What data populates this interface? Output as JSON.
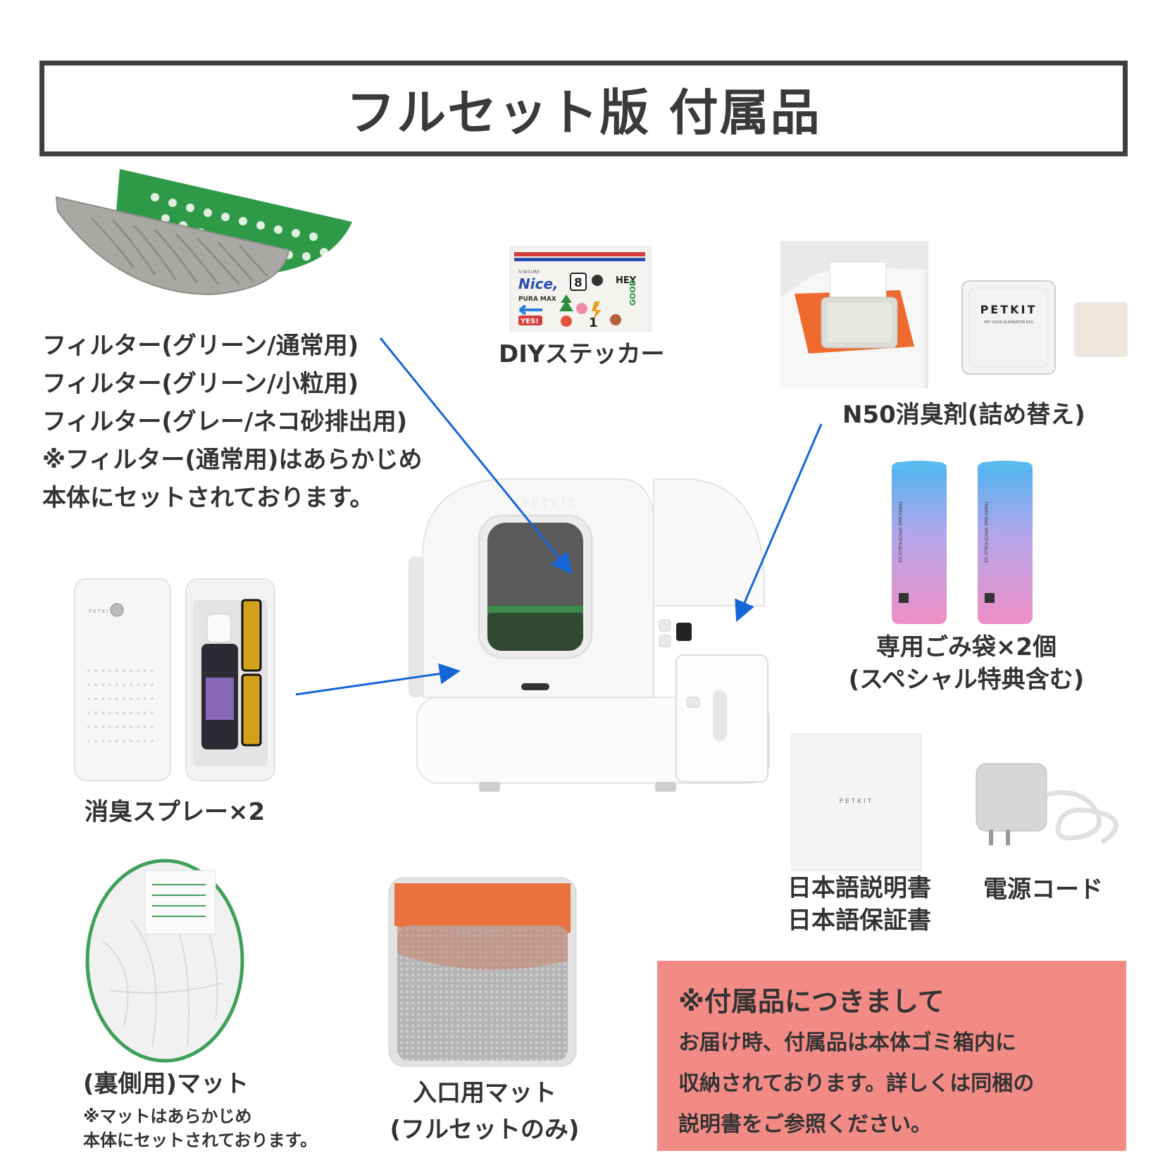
{
  "title": "フルセット版 付属品",
  "filters": {
    "lines": [
      "フィルター(グリーン/通常用)",
      "フィルター(グリーン/小粒用)",
      "フィルター(グレー/ネコ砂排出用)",
      "※フィルター(通常用)はあらかじめ",
      "本体にセットされております。"
    ]
  },
  "sticker": {
    "label": "DIYステッカー",
    "texts": [
      "Nice,",
      "8",
      "HEY",
      "PURA MAX",
      "YES!",
      "GOOD",
      "1"
    ]
  },
  "deodorizer": {
    "label": "N50消臭剤(詰め替え)",
    "pack_brand": "PETKIT",
    "pack_sub": "PET ODOR ELIMINATOR N50"
  },
  "bags": {
    "lines": [
      "専用ごみ袋×2個",
      "(スペシャル特典含む)"
    ],
    "roll_text": "TRASH BAG SPECIFICALLY DE"
  },
  "spray": {
    "label": "消臭スプレー×2",
    "brand": "PETKIT"
  },
  "unit": {
    "brand": "PETKIT"
  },
  "manual": {
    "lines": [
      "日本語説明書",
      "日本語保証書"
    ],
    "brand": "PETKIT"
  },
  "power": {
    "label": "電源コード"
  },
  "back_mat": {
    "label": "(裏側用)マット",
    "note_lines": [
      "※マットはあらかじめ",
      "本体にセットされております。"
    ]
  },
  "entrance_mat": {
    "lines": [
      "入口用マット",
      "(フルセットのみ)"
    ],
    "brand": "PETKIT"
  },
  "notice": {
    "heading": "※付属品につきまして",
    "lines": [
      "お届け時、付属品は本体ゴミ箱内に",
      "収納されております。詳しくは同梱の",
      "説明書をご参照ください。"
    ]
  },
  "colors": {
    "frame": "#3f3f3f",
    "arrow": "#1565d8",
    "notice_bg": "#f28b86",
    "filter_green": "#2e9a48",
    "filter_gray": "#a9a8a4",
    "mat_orange": "#e8713d",
    "bag_blue": "#4bb4f0",
    "bag_pink": "#f08fc6"
  }
}
